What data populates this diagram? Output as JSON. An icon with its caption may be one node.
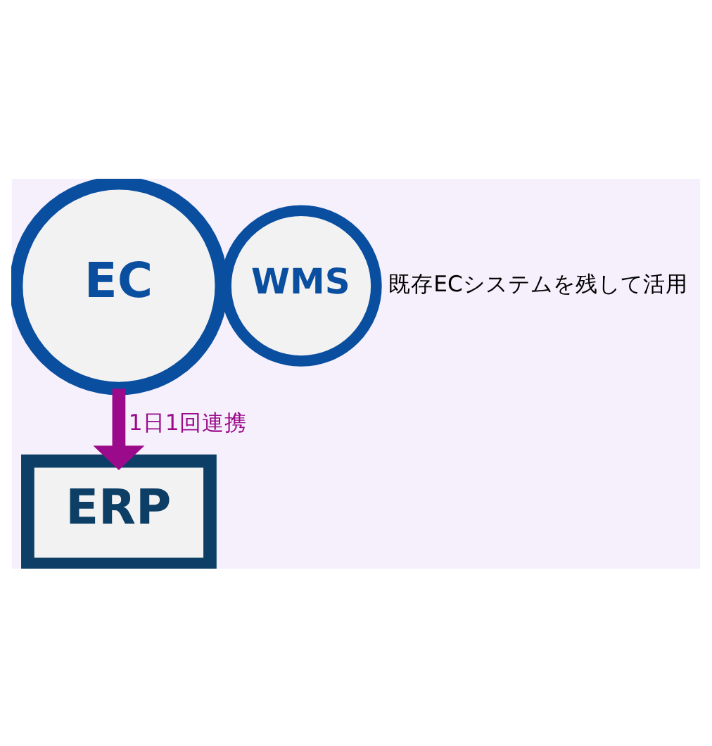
{
  "diagram": {
    "nodes": [
      {
        "text": [
          "EC"
        ]
      },
      {
        "text": [
          "WMS"
        ]
      },
      {
        "text": [
          "ERP"
        ]
      }
    ],
    "edges": [
      {
        "from": 0,
        "to": 2,
        "arrow": "to",
        "label": "1日1回連携",
        "color": "#9b0a8a"
      }
    ],
    "labels": [
      "既存ECシステムを残して活用"
    ]
  }
}
